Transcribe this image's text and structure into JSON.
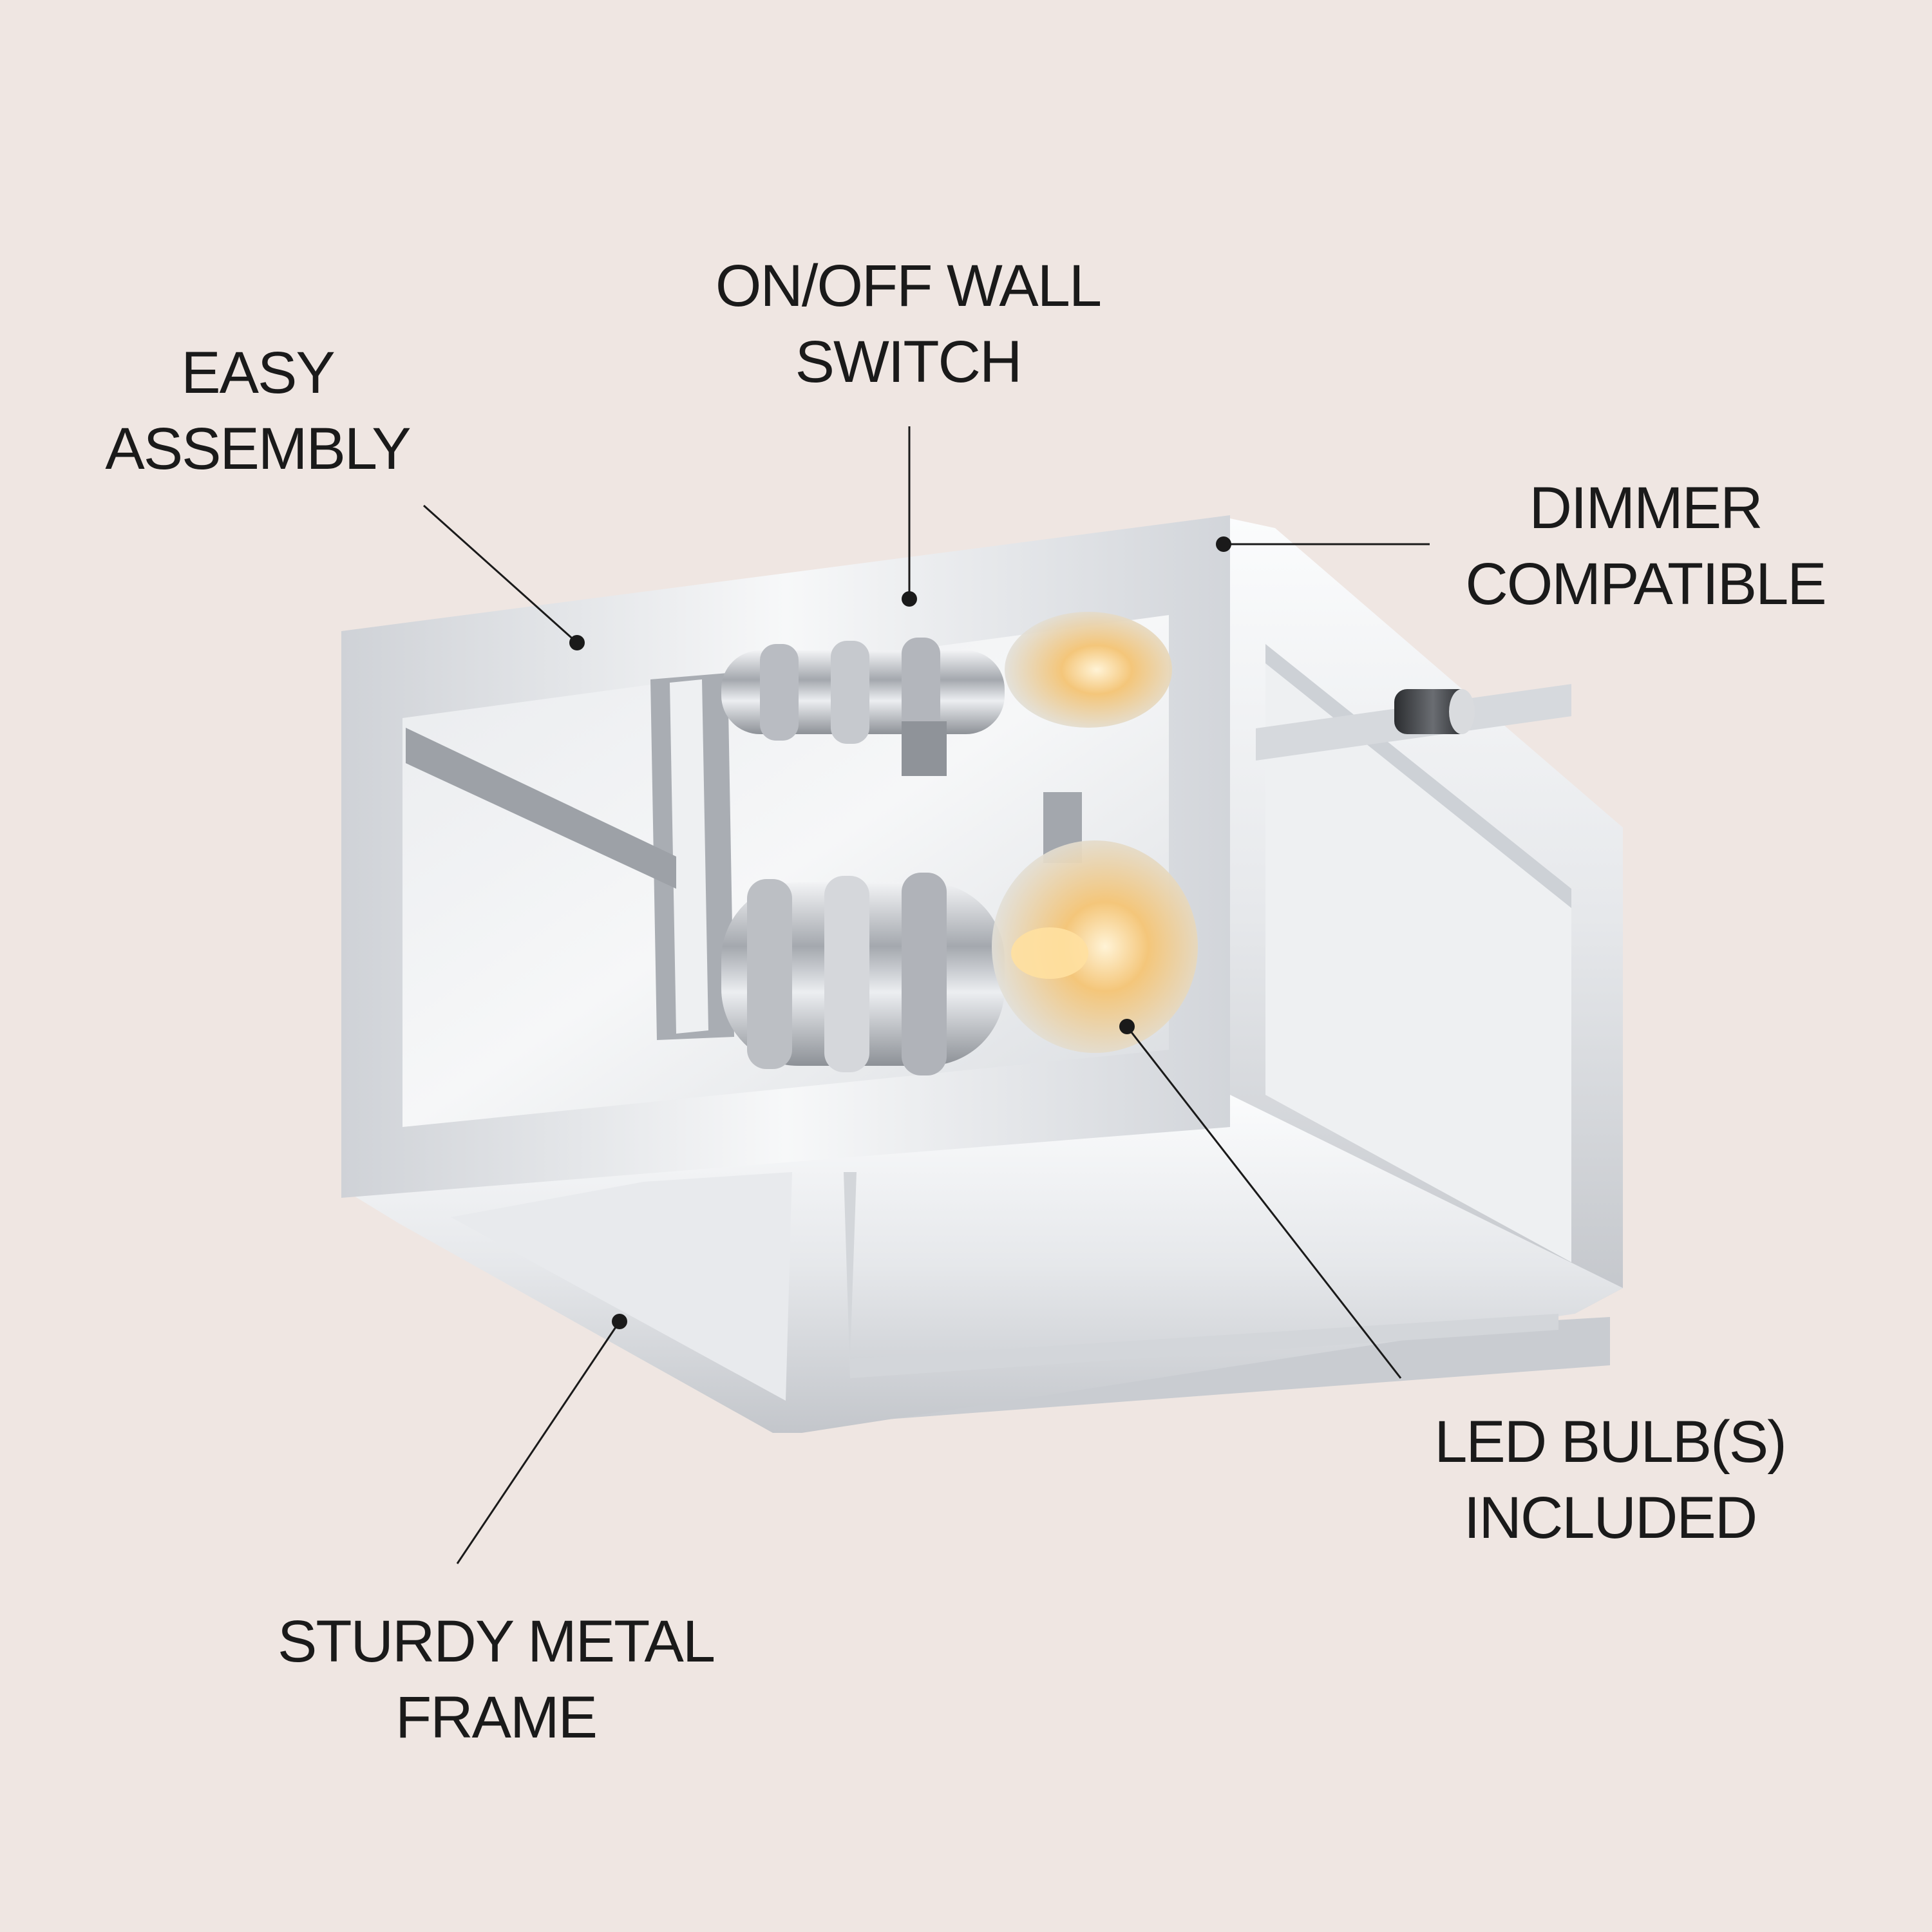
{
  "colors": {
    "background": "#efe6e2",
    "text": "#1a1a1a",
    "leader_line": "#1a1a1a",
    "frame_chrome": "#e8e9ec",
    "frame_highlight": "#fafbfc",
    "frame_shadow": "#b7bac0",
    "glass": "#dfe2e6",
    "bulb_glow": "#f6c66f",
    "socket_chrome": "#c9ccd2"
  },
  "product": {
    "image_alt_icon": "flush-mount-square-ceiling-light-icon"
  },
  "callouts": {
    "easy_assembly": {
      "line1": "EASY",
      "line2": "ASSEMBLY"
    },
    "on_off_wall_switch": {
      "line1": "ON/OFF WALL",
      "line2": "SWITCH"
    },
    "dimmer_compatible": {
      "line1": "DIMMER",
      "line2": "COMPATIBLE"
    },
    "led_bulbs_included": {
      "line1": "LED BULB(S)",
      "line2": "INCLUDED"
    },
    "sturdy_metal_frame": {
      "line1": "STURDY METAL",
      "line2": "FRAME"
    }
  }
}
